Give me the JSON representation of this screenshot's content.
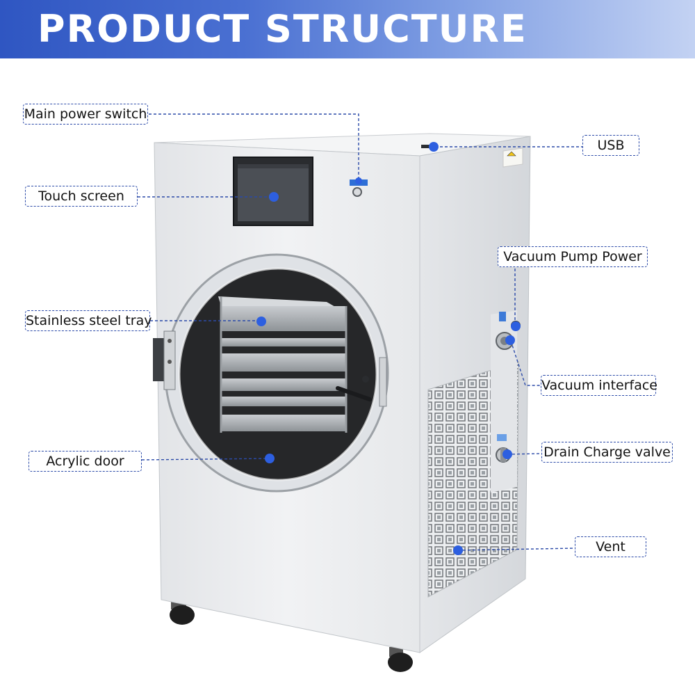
{
  "banner": {
    "title": "PRODUCT STRUCTURE"
  },
  "labels": {
    "main_power_switch": "Main power switch",
    "touch_screen": "Touch screen",
    "stainless_steel_tray": "Stainless steel tray",
    "acrylic_door": "Acrylic door",
    "usb": "USB",
    "vacuum_pump_power": "Vacuum Pump Power",
    "vacuum_interface": "Vacuum interface",
    "drain_charge_valve": "Drain Charge valve",
    "vent": "Vent"
  },
  "colors": {
    "banner_start": "#2f56c2",
    "banner_end": "#c3d2f3",
    "callout_border": "#2b4aa8",
    "marker_dot": "#2d5fe0",
    "machine_body": "#eceef0"
  }
}
